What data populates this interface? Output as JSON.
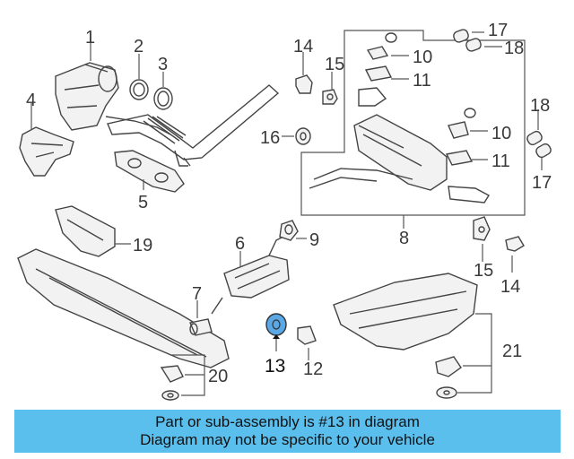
{
  "callouts": {
    "c1": "1",
    "c2": "2",
    "c3": "3",
    "c4": "4",
    "c5": "5",
    "c6": "6",
    "c7": "7",
    "c8": "8",
    "c9": "9",
    "c10a": "10",
    "c10b": "10",
    "c11a": "11",
    "c11b": "11",
    "c12": "12",
    "c13": "13",
    "c14a": "14",
    "c14b": "14",
    "c15a": "15",
    "c15b": "15",
    "c16": "16",
    "c17a": "17",
    "c17b": "17",
    "c18a": "18",
    "c18b": "18",
    "c19": "19",
    "c20": "20",
    "c21": "21"
  },
  "highlight_color": "#5ba8e6",
  "banner": {
    "line1": "Part or sub-assembly is #13 in diagram",
    "line2": "Diagram may not be specific to your vehicle",
    "background": "#5bbfee"
  }
}
